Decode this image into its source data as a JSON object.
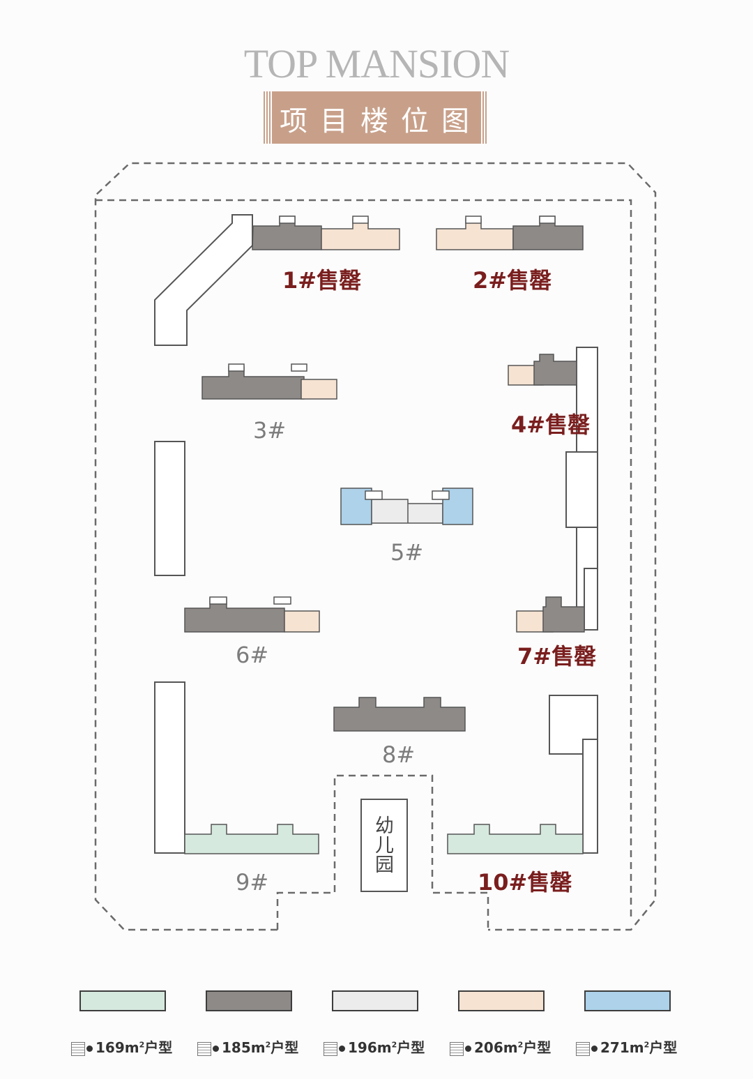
{
  "header": {
    "title": "TOP MANSION",
    "subtitle": "项目楼位图"
  },
  "buildings": [
    {
      "id": "b1",
      "label": "1#售罄",
      "sold": true
    },
    {
      "id": "b2",
      "label": "2#售罄",
      "sold": true
    },
    {
      "id": "b3",
      "label": "3#",
      "sold": false
    },
    {
      "id": "b4",
      "label": "4#售罄",
      "sold": true
    },
    {
      "id": "b5",
      "label": "5#",
      "sold": false
    },
    {
      "id": "b6",
      "label": "6#",
      "sold": false
    },
    {
      "id": "b7",
      "label": "7#售罄",
      "sold": true
    },
    {
      "id": "b8",
      "label": "8#",
      "sold": false
    },
    {
      "id": "b9",
      "label": "9#",
      "sold": false
    },
    {
      "id": "b10",
      "label": "10#售罄",
      "sold": true
    }
  ],
  "kindergarten": {
    "chars": [
      "幼",
      "儿",
      "园"
    ]
  },
  "colors": {
    "c169": "#d6e9df",
    "c185": "#8e8a88",
    "c196": "#ececec",
    "c206": "#f6e3d2",
    "c271": "#add2ea",
    "sold_label": "#7a1e1e",
    "subtitle_bg": "#c8a08a"
  },
  "legend": [
    {
      "area": "169",
      "suffix": "户型",
      "color": "#d6e9df"
    },
    {
      "area": "185",
      "suffix": "户型",
      "color": "#8e8a88"
    },
    {
      "area": "196",
      "suffix": "户型",
      "color": "#ececec"
    },
    {
      "area": "206",
      "suffix": "户型",
      "color": "#f6e3d2"
    },
    {
      "area": "271",
      "suffix": "户型",
      "color": "#add2ea"
    }
  ],
  "legend_unit": "m²",
  "legend_icon": "building-area-tag-icon"
}
